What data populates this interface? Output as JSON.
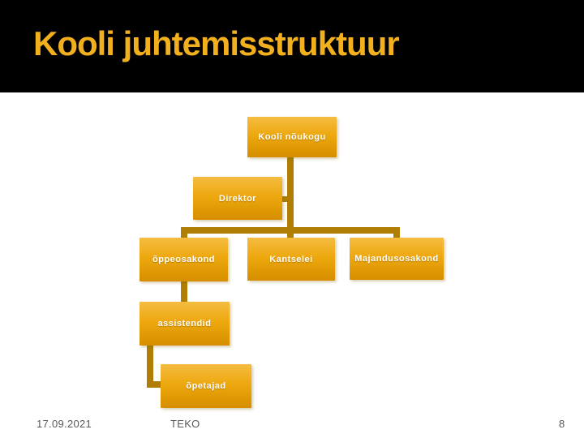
{
  "slide": {
    "title": "Kooli juhtemisstruktuur",
    "footer": {
      "date": "17.09.2021",
      "organization": "TEKO",
      "page_number": "8"
    }
  },
  "org_chart": {
    "nodes": {
      "kooli_noukogu": {
        "label": "Kooli nõukogu"
      },
      "direktor": {
        "label": "Direktor"
      },
      "oppeosakond": {
        "label": "õppeosakond"
      },
      "kantselei": {
        "label": "Kantselei"
      },
      "majandusosakond": {
        "label": "Majandusosakond"
      },
      "assistendid": {
        "label": "assistendid"
      },
      "opetajad": {
        "label": "õpetajad"
      }
    },
    "hierarchy": [
      {
        "parent": "kooli_noukogu",
        "child": "direktor"
      },
      {
        "parent": "direktor",
        "child": "oppeosakond"
      },
      {
        "parent": "direktor",
        "child": "kantselei"
      },
      {
        "parent": "direktor",
        "child": "majandusosakond"
      },
      {
        "parent": "oppeosakond",
        "child": "assistendid"
      },
      {
        "parent": "assistendid",
        "child": "opetajad"
      }
    ],
    "colors": {
      "title_background": "#000000",
      "title_text": "#F2B01E",
      "box_gradient_top": "#F4BC41",
      "box_gradient_bottom": "#D68E00",
      "box_text": "#FFFFFF",
      "connector": "#B07E04",
      "footer_text": "#595959"
    }
  }
}
